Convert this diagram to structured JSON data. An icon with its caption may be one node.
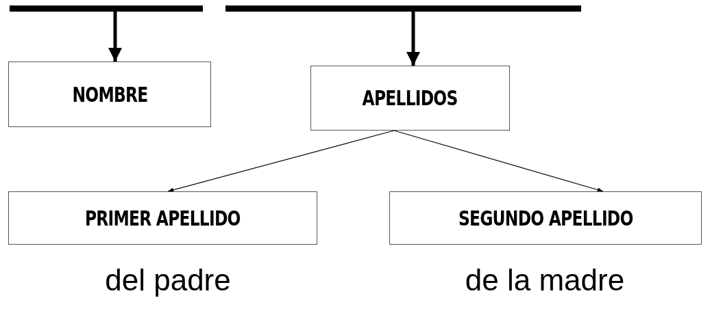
{
  "diagram": {
    "nodes": [
      {
        "text": [],
        "shape": "bar"
      },
      {
        "text": [],
        "shape": "bar"
      },
      {
        "text": [
          "NOMBRE"
        ]
      },
      {
        "text": [
          "APELLIDOS"
        ]
      },
      {
        "text": [
          "PRIMER APELLIDO"
        ],
        "beside": [
          "del padre"
        ]
      },
      {
        "text": [
          "SEGUNDO APELLIDO"
        ],
        "beside": [
          "de la madre"
        ]
      }
    ],
    "edges": [
      {
        "from": 0,
        "to": 2,
        "arrow": "to",
        "style": "thick"
      },
      {
        "from": 1,
        "to": 3,
        "arrow": "to",
        "style": "thick"
      },
      {
        "from": 3,
        "to": 4,
        "arrow": "to"
      },
      {
        "from": 3,
        "to": 5,
        "arrow": "to"
      }
    ]
  }
}
